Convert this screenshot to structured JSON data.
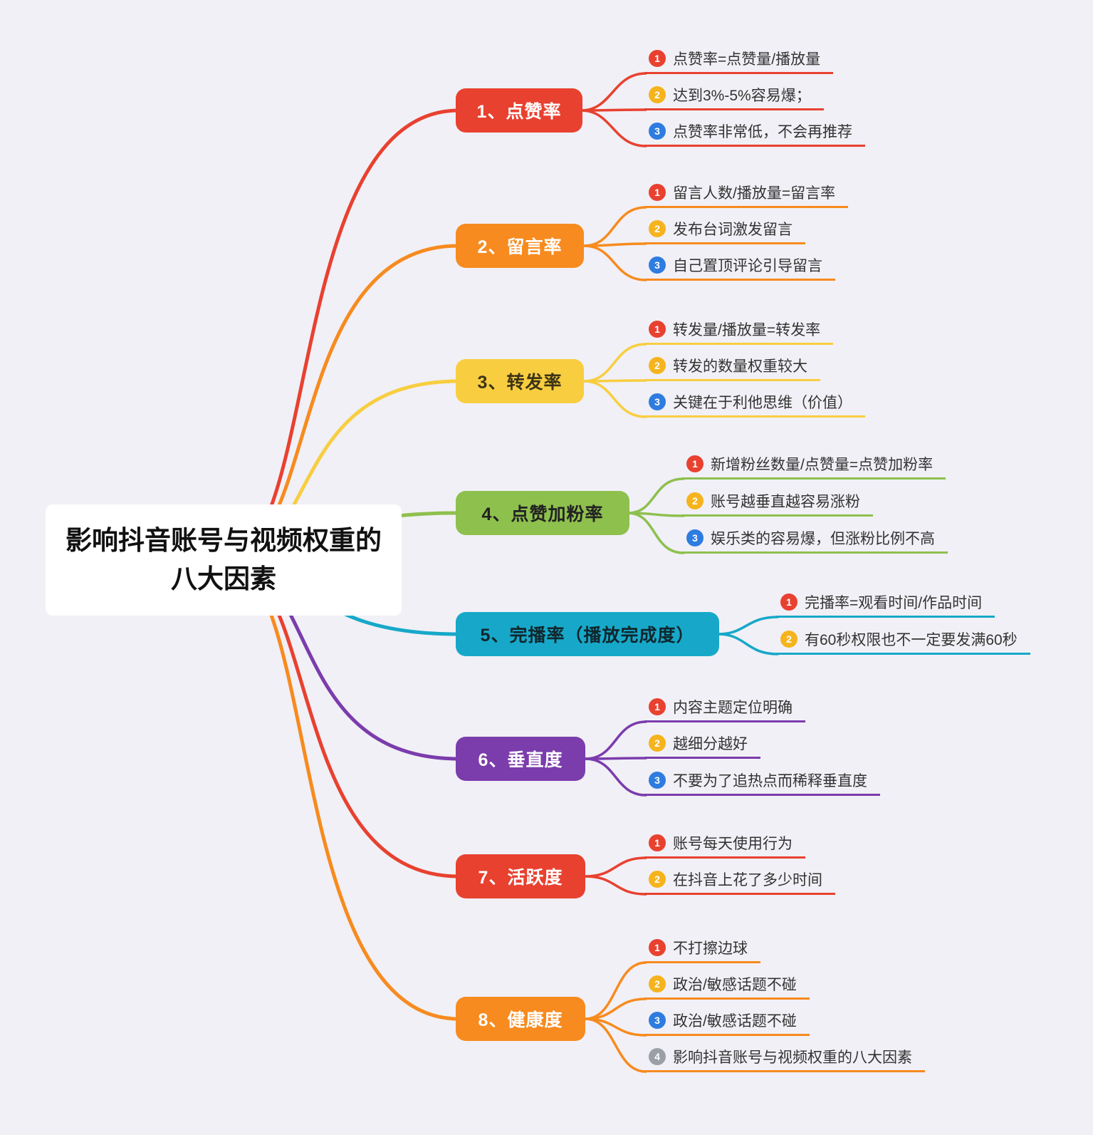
{
  "title": "影响抖音账号与视频权重的八大因素",
  "colors": {
    "background": "#f1f0f6",
    "central_bg": "#ffffff",
    "red": "#e84130",
    "orange": "#f78b1f",
    "yellow": "#f8ce40",
    "green": "#8ec04e",
    "cyan": "#17a8c9",
    "purple": "#7b3cac",
    "badge_red": "#e84130",
    "badge_yellow": "#f5b41e",
    "badge_blue": "#2e7ce0",
    "badge_gray": "#9ba0a6"
  },
  "branches": [
    {
      "label": "1、点赞率",
      "color": "#e84130",
      "text_color": "#ffffff",
      "items": [
        {
          "num": "1",
          "badge_color": "#e84130",
          "text": "点赞率=点赞量/播放量"
        },
        {
          "num": "2",
          "badge_color": "#f5b41e",
          "text": "达到3%-5%容易爆；"
        },
        {
          "num": "3",
          "badge_color": "#2e7ce0",
          "text": "点赞率非常低，不会再推荐"
        }
      ]
    },
    {
      "label": "2、留言率",
      "color": "#f78b1f",
      "text_color": "#ffffff",
      "items": [
        {
          "num": "1",
          "badge_color": "#e84130",
          "text": "留言人数/播放量=留言率"
        },
        {
          "num": "2",
          "badge_color": "#f5b41e",
          "text": "发布台词激发留言"
        },
        {
          "num": "3",
          "badge_color": "#2e7ce0",
          "text": "自己置顶评论引导留言"
        }
      ]
    },
    {
      "label": "3、转发率",
      "color": "#f8ce40",
      "text_color": "#3d3416",
      "items": [
        {
          "num": "1",
          "badge_color": "#e84130",
          "text": "转发量/播放量=转发率"
        },
        {
          "num": "2",
          "badge_color": "#f5b41e",
          "text": "转发的数量权重较大"
        },
        {
          "num": "3",
          "badge_color": "#2e7ce0",
          "text": "关键在于利他思维（价值）"
        }
      ]
    },
    {
      "label": "4、点赞加粉率",
      "color": "#8ec04e",
      "text_color": "#222222",
      "items": [
        {
          "num": "1",
          "badge_color": "#e84130",
          "text": "新增粉丝数量/点赞量=点赞加粉率"
        },
        {
          "num": "2",
          "badge_color": "#f5b41e",
          "text": "账号越垂直越容易涨粉"
        },
        {
          "num": "3",
          "badge_color": "#2e7ce0",
          "text": "娱乐类的容易爆，但涨粉比例不高"
        }
      ]
    },
    {
      "label": "5、完播率（播放完成度）",
      "color": "#17a8c9",
      "text_color": "#10262c",
      "items": [
        {
          "num": "1",
          "badge_color": "#e84130",
          "text": "完播率=观看时间/作品时间"
        },
        {
          "num": "2",
          "badge_color": "#f5b41e",
          "text": "有60秒权限也不一定要发满60秒"
        }
      ]
    },
    {
      "label": "6、垂直度",
      "color": "#7b3cac",
      "text_color": "#ffffff",
      "items": [
        {
          "num": "1",
          "badge_color": "#e84130",
          "text": "内容主题定位明确"
        },
        {
          "num": "2",
          "badge_color": "#f5b41e",
          "text": "越细分越好"
        },
        {
          "num": "3",
          "badge_color": "#2e7ce0",
          "text": "不要为了追热点而稀释垂直度"
        }
      ]
    },
    {
      "label": "7、活跃度",
      "color": "#e84130",
      "text_color": "#ffffff",
      "items": [
        {
          "num": "1",
          "badge_color": "#e84130",
          "text": "账号每天使用行为"
        },
        {
          "num": "2",
          "badge_color": "#f5b41e",
          "text": "在抖音上花了多少时间"
        }
      ]
    },
    {
      "label": "8、健康度",
      "color": "#f78b1f",
      "text_color": "#ffffff",
      "items": [
        {
          "num": "1",
          "badge_color": "#e84130",
          "text": "不打擦边球"
        },
        {
          "num": "2",
          "badge_color": "#f5b41e",
          "text": "政治/敏感话题不碰"
        },
        {
          "num": "3",
          "badge_color": "#2e7ce0",
          "text": "政治/敏感话题不碰"
        },
        {
          "num": "4",
          "badge_color": "#9ba0a6",
          "text": "影响抖音账号与视频权重的八大因素"
        }
      ]
    }
  ]
}
